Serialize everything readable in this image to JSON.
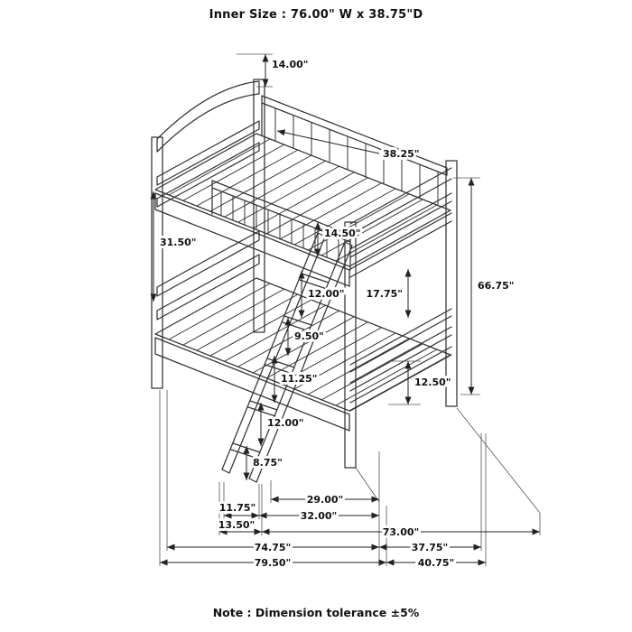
{
  "page": {
    "title": "Inner Size : 76.00\" W x  38.75\"D",
    "note": "Note : Dimension tolerance ±5%"
  },
  "dims": {
    "arch_height": "14.00\"",
    "top_rail_length": "38.25\"",
    "bunk_gap": "31.50\"",
    "guardrail_height": "14.50\"",
    "foot_clearance": "17.75\"",
    "ladder_step1": "12.00\"",
    "ladder_step2": "9.50\"",
    "ladder_step3": "11.25\"",
    "ladder_step4": "12.00\"",
    "ladder_step5": "8.75\"",
    "leg_height": "12.50\"",
    "overall_height": "66.75\"",
    "width_29": "29.00\"",
    "width_32": "32.00\"",
    "width_1175": "11.75\"",
    "width_1350": "13.50\"",
    "length_73": "73.00\"",
    "length_7475": "74.75\"",
    "depth_3775": "37.75\"",
    "length_7950": "79.50\"",
    "depth_4075": "40.75\""
  },
  "colors": {
    "background": "#ffffff",
    "bed_line": "#333333",
    "dimension_line": "#222222",
    "text": "#111111"
  }
}
